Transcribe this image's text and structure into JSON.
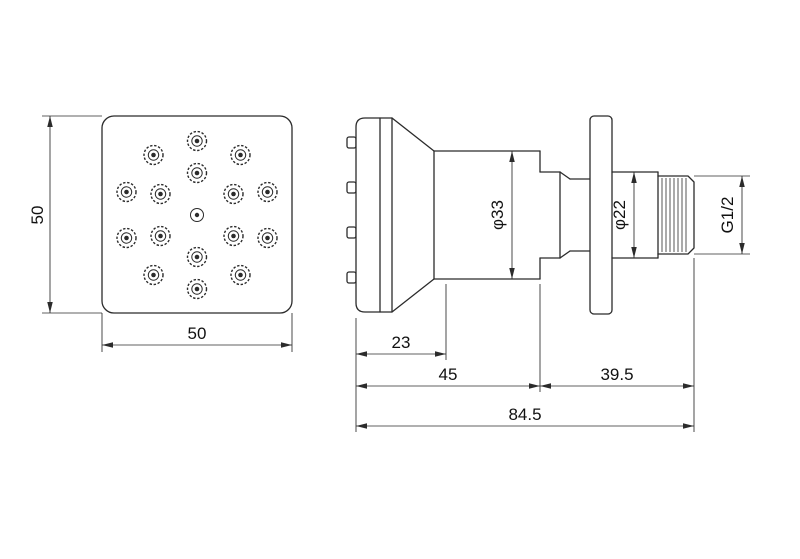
{
  "colors": {
    "line": "#2b2b2b",
    "text": "#111111",
    "background": "#ffffff"
  },
  "front_view": {
    "height_dim": "50",
    "width_dim": "50"
  },
  "side_view": {
    "body_diameter_dim": "φ33",
    "pipe_diameter_dim": "φ22",
    "thread_size_dim": "G1/2",
    "face_depth_dim": "23",
    "head_length_dim": "45",
    "rear_length_dim": "39.5",
    "overall_length_dim": "84.5"
  }
}
